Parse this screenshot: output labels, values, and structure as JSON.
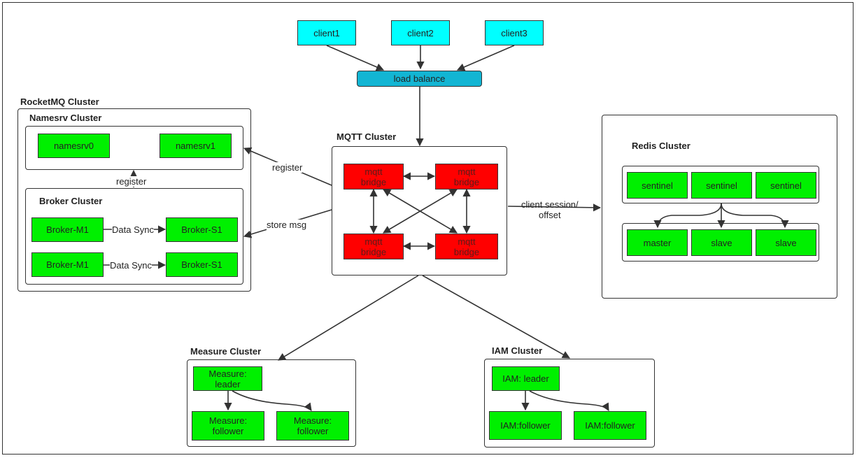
{
  "clients": [
    "client1",
    "client2",
    "client3"
  ],
  "load_balance": "load balance",
  "rocketmq": {
    "title": "RocketMQ Cluster",
    "namesrv": {
      "title": "Namesrv Cluster",
      "nodes": [
        "namesrv0",
        "namesrv1"
      ]
    },
    "broker": {
      "title": "Broker Cluster",
      "rows": [
        {
          "master": "Broker-M1",
          "slave": "Broker-S1",
          "link": "Data Sync"
        },
        {
          "master": "Broker-M1",
          "slave": "Broker-S1",
          "link": "Data Sync"
        }
      ]
    },
    "register_label": "register"
  },
  "mqtt": {
    "title": "MQTT Cluster",
    "bridges": [
      "mqtt\nbridge",
      "mqtt\nbridge",
      "mqtt\nbridge",
      "mqtt\nbridge"
    ]
  },
  "edges": {
    "register": "register",
    "store_msg": "store msg",
    "client_session": "client session/\noffset"
  },
  "redis": {
    "title": "Redis Cluster",
    "sentinels": [
      "sentinel",
      "sentinel",
      "sentinel"
    ],
    "data_nodes": [
      "master",
      "slave",
      "slave"
    ]
  },
  "measure": {
    "title": "Measure Cluster",
    "leader": "Measure:\nleader",
    "followers": [
      "Measure:\nfollower",
      "Measure:\nfollower"
    ]
  },
  "iam": {
    "title": "IAM Cluster",
    "leader": "IAM: leader",
    "followers": [
      "IAM:follower",
      "IAM:follower"
    ]
  },
  "colors": {
    "node": "#00f000",
    "client": "#00ffff",
    "load_balancer": "#12b5d3",
    "bridge": "#ff0000"
  }
}
